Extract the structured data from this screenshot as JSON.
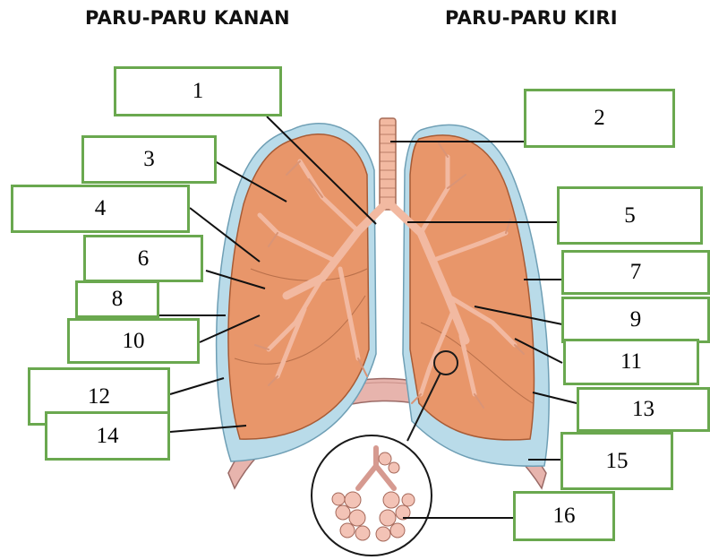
{
  "titles": {
    "right_lung": "PARU-PARU KANAN",
    "left_lung": "PARU-PARU KIRI"
  },
  "labels": [
    "1",
    "2",
    "3",
    "4",
    "5",
    "6",
    "7",
    "8",
    "9",
    "10",
    "11",
    "12",
    "13",
    "14",
    "15",
    "16"
  ],
  "colors": {
    "lung_fill": "#e8966a",
    "pleura": "#b9dbe9",
    "bronchi": "#f2b9a1",
    "diaphragm": "#e7b4ad",
    "box_border": "#6aa84f"
  }
}
